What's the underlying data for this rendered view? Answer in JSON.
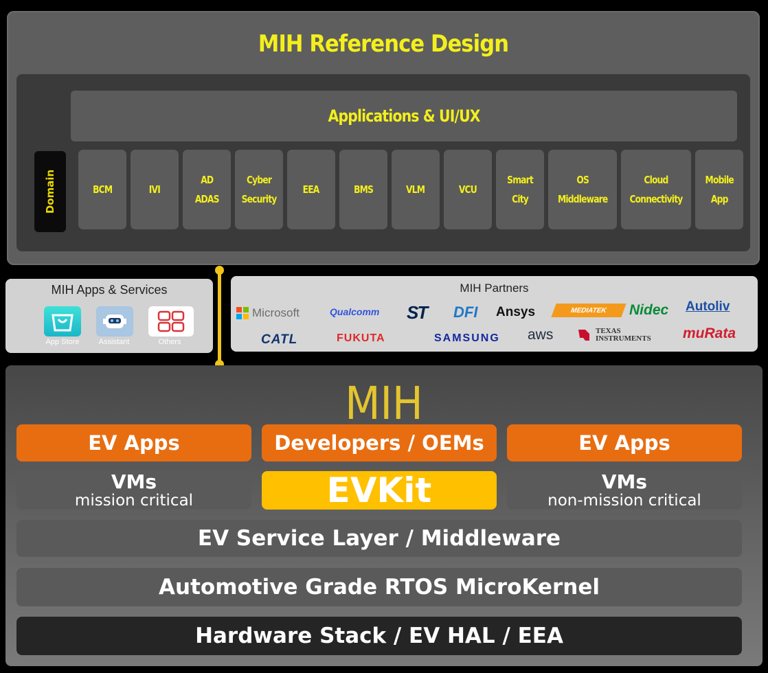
{
  "reference_design": {
    "title": "MIH Reference Design",
    "applications": "Applications & UI/UX",
    "domain": "Domain",
    "modules": [
      "BCM",
      "IVI",
      "AD\nADAS",
      "Cyber\nSecurity",
      "EEA",
      "BMS",
      "VLM",
      "VCU",
      "Smart\nCity",
      "OS\nMiddleware",
      "Cloud\nConnectivity",
      "Mobile\nApp"
    ]
  },
  "apps_services": {
    "title": "MIH Apps & Services",
    "items": [
      {
        "label": "App Store",
        "icon": "app-store-icon"
      },
      {
        "label": "Assistant",
        "icon": "assistant-robot-icon"
      },
      {
        "label": "Others",
        "icon": "others-grid-icon"
      }
    ]
  },
  "partners": {
    "title": "MIH Partners",
    "logos": [
      "Microsoft",
      "Qualcomm",
      "ST",
      "DFI",
      "Ansys",
      "MEDIATEK",
      "Nidec",
      "Autoliv",
      "CATL",
      "FUKUTA",
      "SAMSUNG",
      "aws",
      "TEXAS INSTRUMENTS",
      "muRata"
    ]
  },
  "mih": {
    "title": "MIH",
    "left_apps": "EV Apps",
    "center_apps": "Developers / OEMs",
    "right_apps": "EV Apps",
    "left_vm": {
      "title": "VMs",
      "subtitle": "mission critical"
    },
    "evkit": "EVKit",
    "right_vm": {
      "title": "VMs",
      "subtitle": "non-mission critical"
    },
    "layers": [
      "EV Service Layer / Middleware",
      "Automotive Grade RTOS MicroKernel",
      "Hardware Stack / EV HAL / EEA"
    ]
  },
  "colors": {
    "title_yellow": "#f3ef1d",
    "orange": "#e86d11",
    "evkit_yellow": "#ffc000",
    "mih_gold": "#e4c530",
    "connector": "#f0c419"
  }
}
